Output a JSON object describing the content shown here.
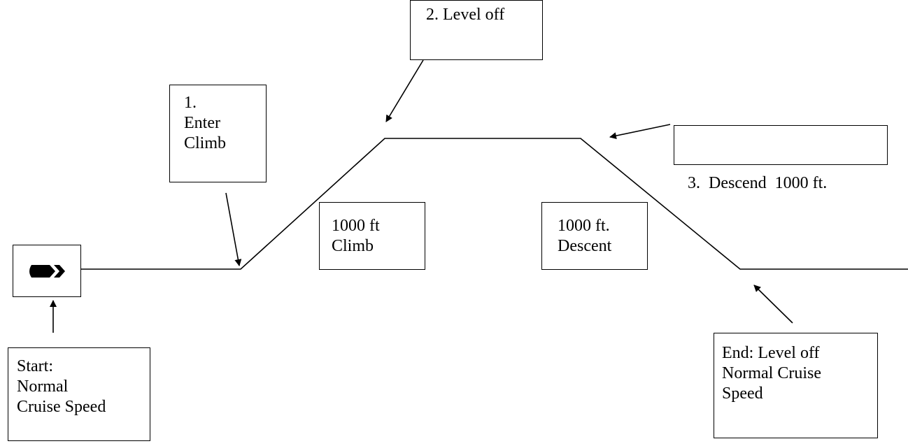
{
  "labels": {
    "start": [
      "Start:",
      "Normal",
      "Cruise Speed"
    ],
    "step1": [
      "1.",
      "Enter",
      "Climb"
    ],
    "step2": [
      "2. Level off"
    ],
    "step3": [
      "3.  Descend  1000 ft."
    ],
    "climb": [
      "1000 ft",
      "Climb"
    ],
    "descent": [
      "1000 ft.",
      "Descent"
    ],
    "end": [
      "End: Level off",
      "Normal Cruise",
      "Speed"
    ]
  },
  "icons": {
    "start_marker": "aircraft-arrow-icon"
  },
  "colors": {
    "line": "#000000",
    "background": "#ffffff"
  }
}
